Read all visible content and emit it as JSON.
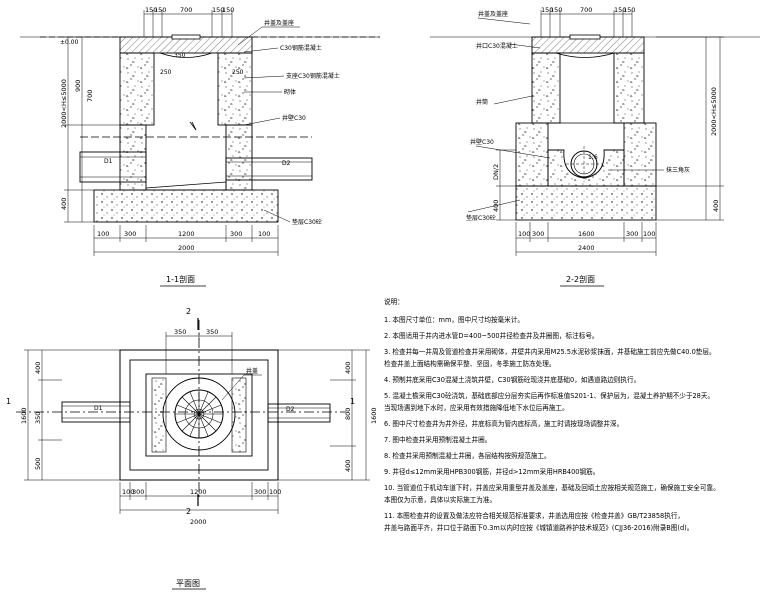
{
  "views": {
    "section11": {
      "title": "1-1剖面",
      "dims_top": [
        "150",
        "150",
        "700",
        "150",
        "150"
      ],
      "dims_bottom": [
        "100",
        "300",
        "1200",
        "300",
        "100"
      ],
      "dim_total": "2000",
      "dims_left": [
        "900",
        "700",
        "400"
      ],
      "dim_height": "2000<H≤5000",
      "inner_width": "350",
      "inner_depth": "250",
      "labels": {
        "cover": "井盖及盖座",
        "slab": "C30钢筋混凝土",
        "beam": "支座C30钢筋混凝土",
        "wall": "砌体",
        "pipe_d1": "D1",
        "pipe_d2": "D2",
        "mortar": "井壁C30",
        "base": "垫层C30砼"
      }
    },
    "section22": {
      "title": "2-2剖面",
      "dims_top": [
        "150",
        "150",
        "700",
        "150",
        "150"
      ],
      "dims_bottom": [
        "100",
        "300",
        "1600",
        "300",
        "100"
      ],
      "dim_total": "2400",
      "dim_height": "2000<H≤5000",
      "dims_left": [
        "DN/2",
        "400"
      ],
      "dims_right": [
        "400"
      ],
      "labels": {
        "cover": "井盖及盖座",
        "ring": "井口C30混凝土",
        "neck": "井筒",
        "pipe": "井壁C30",
        "grout": "抹三角灰",
        "base": "垫层C30砼"
      }
    },
    "plan": {
      "title": "平面图",
      "section_mark": "1",
      "section_mark_2": "2",
      "dims_top": [
        "350",
        "350"
      ],
      "dims_left": [
        "400",
        "350",
        "500"
      ],
      "dim_total_left": "1600",
      "dims_right": [
        "400",
        "800",
        "400"
      ],
      "dim_total_right": "1600",
      "dims_bottom": [
        "100",
        "300",
        "1200",
        "300",
        "100"
      ],
      "dim_total": "2000",
      "pipe_d1": "D1",
      "pipe_d2": "D2",
      "label_cover": "井盖"
    }
  },
  "notes": {
    "heading": "说明：",
    "items": [
      "1. 本图尺寸单位：mm，图中尺寸均按毫米计。",
      "2. 本图适用于井内进水管D=400~500井径检查井及井圈图，标注标号。",
      "3. 检查井每一井周及管道检查井采用砌体，井壁井内采用M25.5水泥砂浆抹面，井基础施工前应先做C40.0垫层。",
      "   检查井盖上面结构需确保平整、坚固，冬季施工防冻处理。",
      "4. 预制井底采用C30混凝土浇筑井壁，C30钢筋砼现浇井底基础0，如遇道路边则执行。",
      "5. 混凝土檐采用C30砼浇筑，基础底部应分层夯实后再作标准值S201-1、保护层为，混凝土养护期不少于28天。",
      "   当现场遇到地下水时，应采用有效措施降低地下水位后再施工。",
      "6. 图中尺寸检查井为井外径，井底标高为管内底标高，施工时请按现场调整井深。",
      "7. 图中检查井采用预制混凝土井圈。",
      "8. 检查井采用预制混凝土井圈，各层结构按照规范施工。",
      "9. 井径d≤12mm采用HPB300钢筋，井径d>12mm采用HRB400钢筋。",
      "10. 当管道位于机动车道下时，井盖应采用重型井盖及盖座，基础及回填土应按相关规范施工，确保施工安全可靠。",
      "   本图仅为示意，具体以实际施工为准。",
      "11. 本图检查井的设置及做法应符合相关规范标准要求，井盖选用应按《检查井盖》GB/T23858执行，",
      "   井盖与路面平齐，井口位于路面下0.3m以内时应按《城镇道路养护技术规范》(CJJ36-2016)附录B图(d)。"
    ]
  }
}
